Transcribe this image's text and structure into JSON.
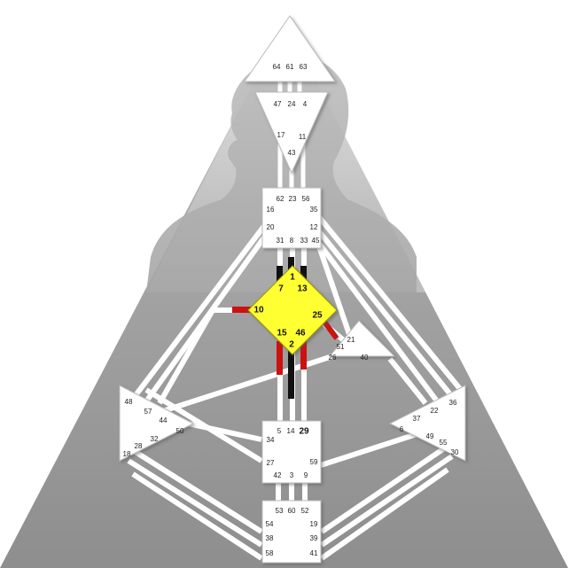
{
  "colors": {
    "background_triangle": "#9e9e9e",
    "silhouette": "#b5b5b5",
    "center_fill": "#ffffff",
    "defined_center": "#ffff33",
    "defined_gate_red": "#cc1111",
    "defined_gate_black": "#111111",
    "channel": "#ffffff"
  },
  "centers": {
    "head": {
      "gates": [
        "64",
        "61",
        "63"
      ]
    },
    "ajna": {
      "gates": [
        "47",
        "24",
        "4",
        "17",
        "11",
        "43"
      ]
    },
    "throat": {
      "gates": [
        "62",
        "23",
        "56",
        "16",
        "35",
        "20",
        "12",
        "31",
        "8",
        "33",
        "45"
      ]
    },
    "g": {
      "gates": [
        "1",
        "7",
        "13",
        "10",
        "25",
        "15",
        "46",
        "2"
      ]
    },
    "heart": {
      "gates": [
        "21",
        "51",
        "26",
        "40"
      ]
    },
    "spleen": {
      "gates": [
        "48",
        "57",
        "44",
        "50",
        "32",
        "28",
        "18"
      ]
    },
    "sacral": {
      "gates": [
        "5",
        "14",
        "29",
        "34",
        "27",
        "59",
        "42",
        "3",
        "9"
      ]
    },
    "solar_plexus": {
      "gates": [
        "36",
        "22",
        "37",
        "6",
        "49",
        "55",
        "30"
      ]
    },
    "root": {
      "gates": [
        "53",
        "60",
        "52",
        "54",
        "19",
        "38",
        "39",
        "58",
        "41"
      ]
    }
  }
}
